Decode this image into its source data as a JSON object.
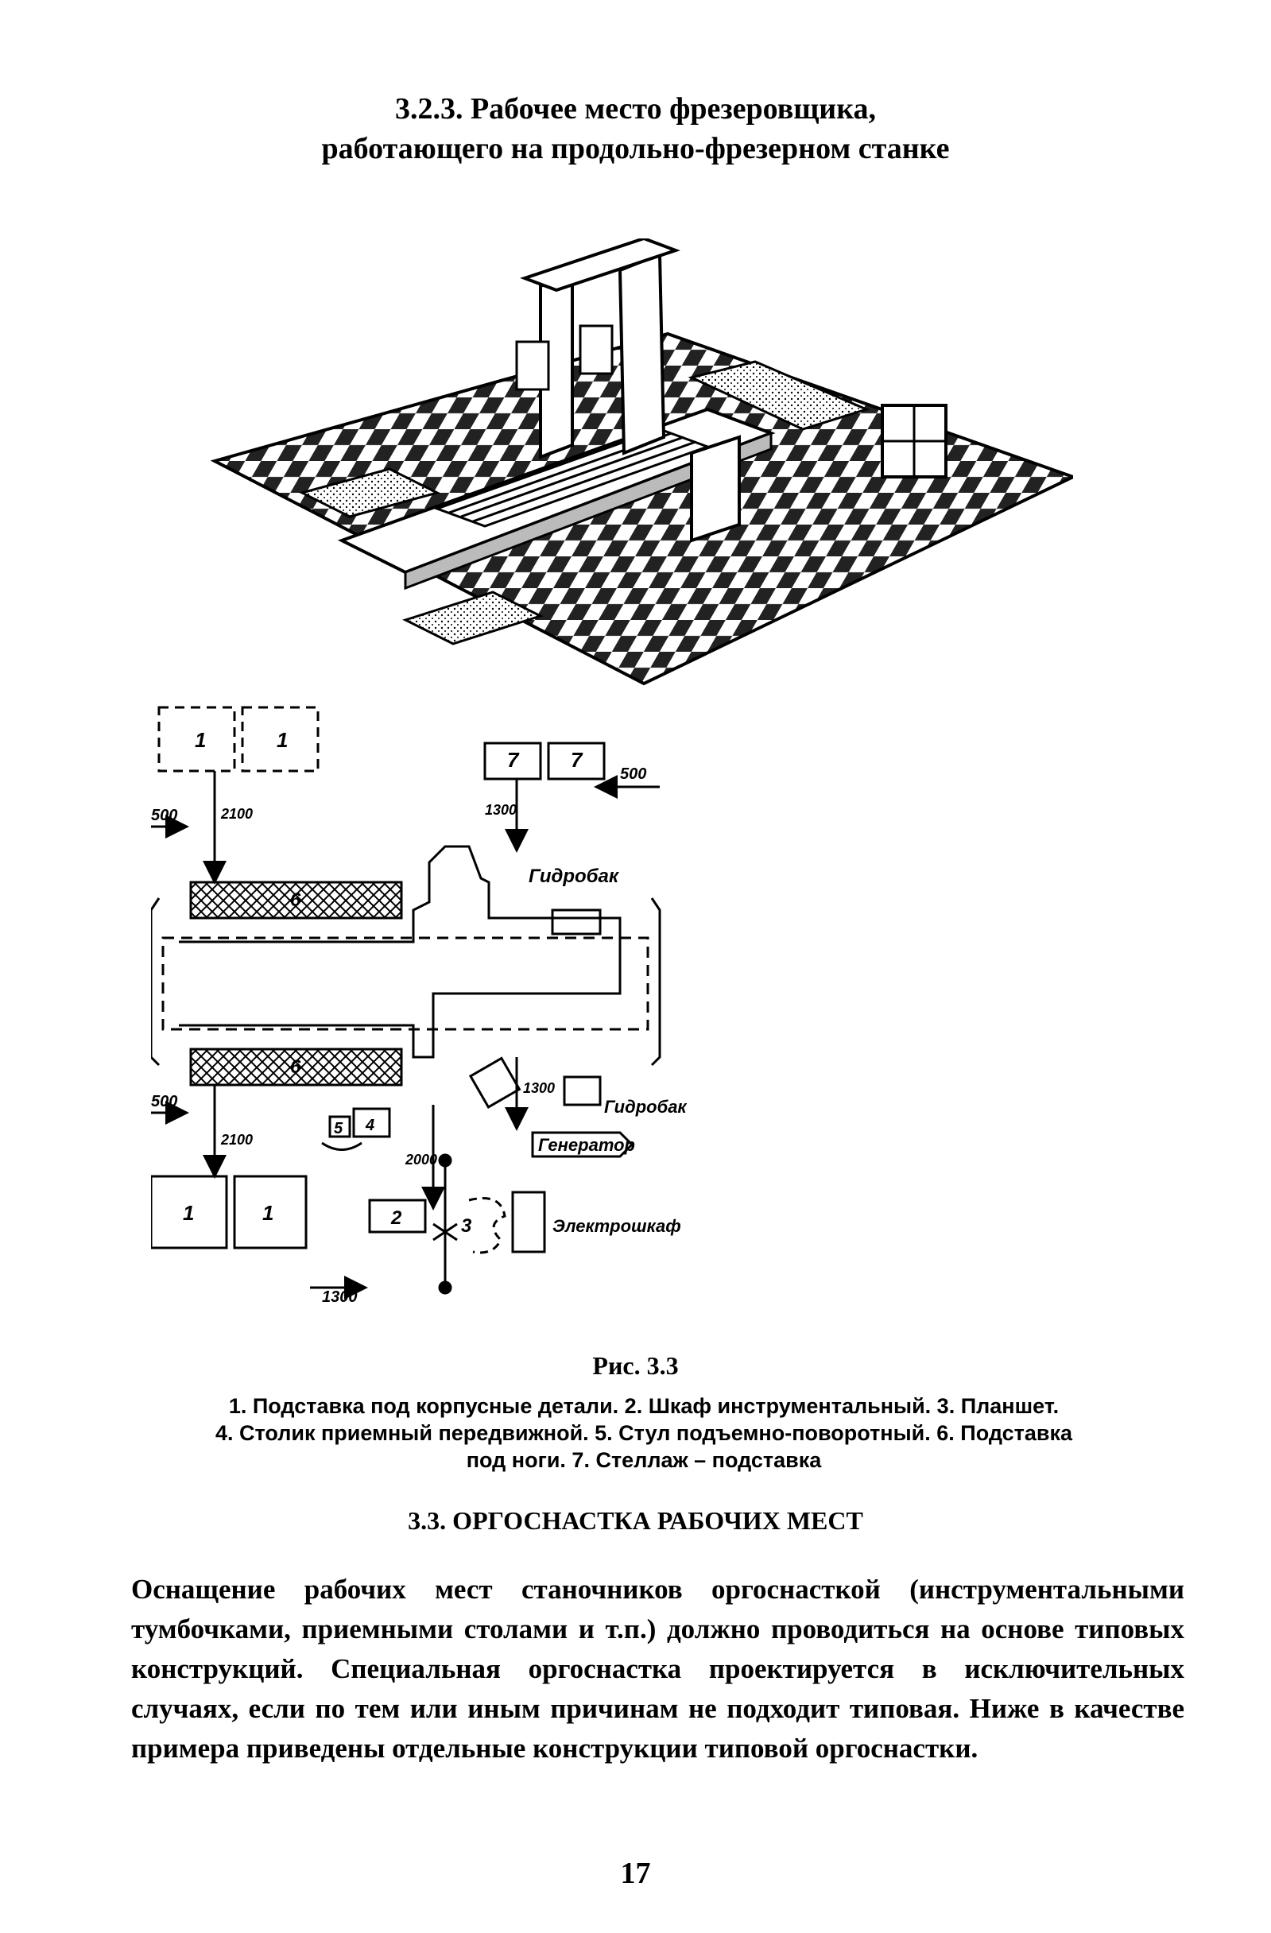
{
  "header": {
    "title_line1": "3.2.3. Рабочее место фрезеровщика,",
    "title_line2": "работающего на продольно-фрезерном станке"
  },
  "plan": {
    "labels": {
      "l1a": "1",
      "l1b": "1",
      "l1c": "1",
      "l1d": "1",
      "l7a": "7",
      "l7b": "7",
      "l6a": "6",
      "l6b": "6",
      "l5": "5",
      "l4": "4",
      "l2": "2",
      "l3": "3",
      "hydro1": "Гидробак",
      "hydro2": "Гидробак",
      "generator": "Генератор",
      "cabinet": "Электрошкаф"
    },
    "dims": {
      "d500a": "500",
      "d500b": "500",
      "d500c": "500",
      "d2100a": "2100",
      "d2100b": "2100",
      "d1300a": "1300",
      "d1300b": "1300",
      "d1300c": "1300",
      "d2000": "2000"
    }
  },
  "caption": {
    "figure": "Рис. 3.3",
    "legend_line1": "1. Подставка под корпусные детали. 2. Шкаф инструментальный. 3. Планшет.",
    "legend_line2": "4. Столик приемный передвижной. 5. Стул подъемно-поворотный. 6. Подставка",
    "legend_line3": "под ноги. 7. Стеллаж – подставка"
  },
  "section": {
    "heading": "3.3. ОРГОСНАСТКА РАБОЧИХ МЕСТ",
    "paragraph": "Оснащение рабочих мест станочников оргоснасткой (инструментальными тумбочками, приемными столами и т.п.) должно проводиться на основе типовых конструкций. Специальная оргоснастка проектируется в исключительных случаях, если по тем или иным причинам не подходит типовая. Ниже в качестве примера приведены отдельные конструкции типовой оргоснастки."
  },
  "page": {
    "number": "17"
  }
}
